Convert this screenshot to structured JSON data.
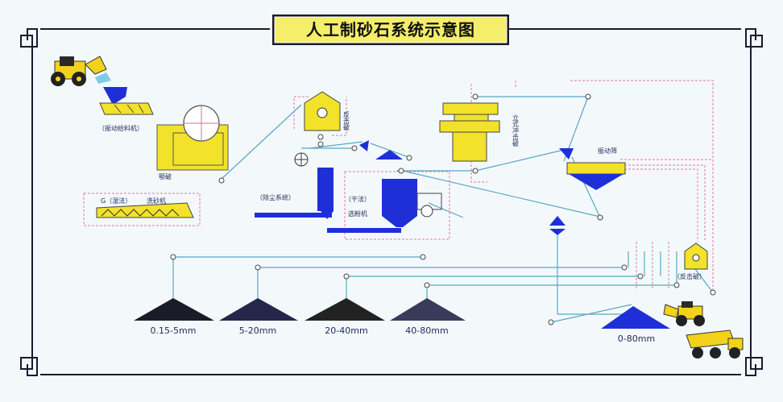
{
  "title": "人工制砂石系统示意图",
  "labels": {
    "vibrating_feeder": "（振动给料机）",
    "jaw_crusher": "颚破",
    "impact_crusher_1": "反击破",
    "vertical_impact_crusher": "立式冲击破",
    "vibrating_screen": "振动筛",
    "dust_removal": "（除尘系统）",
    "dry_method": "（干法）",
    "powder_separator": "选粉机",
    "wet_method": "G（湿法）",
    "sand_washer": "洗砂机",
    "impact_crusher_2": "（反击破）"
  },
  "products": [
    {
      "size": "0.15-5mm"
    },
    {
      "size": "5-20mm"
    },
    {
      "size": "20-40mm"
    },
    {
      "size": "40-80mm"
    },
    {
      "size": "0-80mm"
    }
  ],
  "colors": {
    "machine_yellow": "#f2e22a",
    "machine_blue": "#1f2fd8",
    "conveyor_line": "#5aa6c6",
    "dashed_pink": "#e6789a",
    "frame_dark": "#1a1a2e"
  }
}
